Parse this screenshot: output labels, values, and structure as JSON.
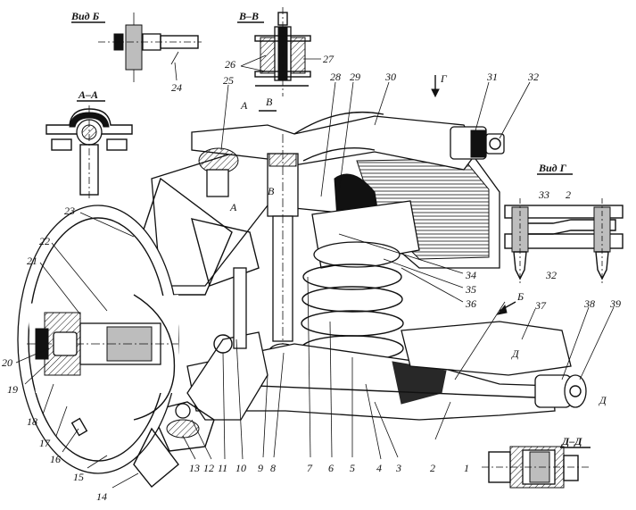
{
  "views": {
    "vid_b": "Вид Б",
    "section_vv": "В–В",
    "section_aa": "А–А",
    "vid_g": "Вид Г",
    "section_dd": "Д–Д"
  },
  "markers": {
    "a_top": "А",
    "v_top": "В",
    "v_mid": "В",
    "a_mid": "А",
    "g_arrow": "Г",
    "b_arrow": "Б",
    "d_arrow": "Д",
    "d_small": "Д"
  },
  "callouts": [
    {
      "id": "1",
      "text": "1"
    },
    {
      "id": "2",
      "text": "2"
    },
    {
      "id": "3",
      "text": "3"
    },
    {
      "id": "4",
      "text": "4"
    },
    {
      "id": "5",
      "text": "5"
    },
    {
      "id": "6",
      "text": "6"
    },
    {
      "id": "7",
      "text": "7"
    },
    {
      "id": "8",
      "text": "8"
    },
    {
      "id": "9",
      "text": "9"
    },
    {
      "id": "10",
      "text": "10"
    },
    {
      "id": "11",
      "text": "11"
    },
    {
      "id": "12",
      "text": "12"
    },
    {
      "id": "13",
      "text": "13"
    },
    {
      "id": "14",
      "text": "14"
    },
    {
      "id": "15",
      "text": "15"
    },
    {
      "id": "16",
      "text": "16"
    },
    {
      "id": "17",
      "text": "17"
    },
    {
      "id": "18",
      "text": "18"
    },
    {
      "id": "19",
      "text": "19"
    },
    {
      "id": "20",
      "text": "20"
    },
    {
      "id": "21",
      "text": "21"
    },
    {
      "id": "22",
      "text": "22"
    },
    {
      "id": "23",
      "text": "23"
    },
    {
      "id": "24",
      "text": "24"
    },
    {
      "id": "25",
      "text": "25"
    },
    {
      "id": "26",
      "text": "26"
    },
    {
      "id": "27",
      "text": "27"
    },
    {
      "id": "28",
      "text": "28"
    },
    {
      "id": "29",
      "text": "29"
    },
    {
      "id": "30",
      "text": "30"
    },
    {
      "id": "31",
      "text": "31"
    },
    {
      "id": "32",
      "text": "32"
    },
    {
      "id": "33",
      "text": "33"
    },
    {
      "id": "2b",
      "text": "2"
    },
    {
      "id": "32b",
      "text": "32"
    },
    {
      "id": "34",
      "text": "34"
    },
    {
      "id": "35",
      "text": "35"
    },
    {
      "id": "36",
      "text": "36"
    },
    {
      "id": "37",
      "text": "37"
    },
    {
      "id": "38",
      "text": "38"
    },
    {
      "id": "39",
      "text": "39"
    }
  ]
}
